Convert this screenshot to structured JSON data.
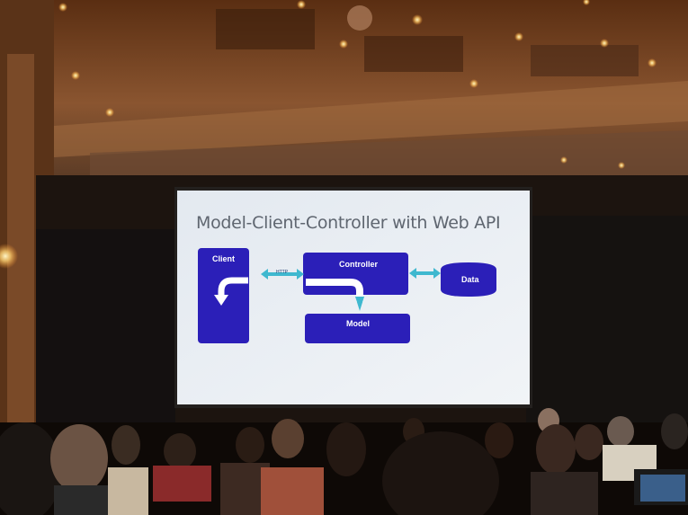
{
  "slide": {
    "title": "Model-Client-Controller with Web API",
    "boxes": {
      "client": "Client",
      "controller": "Controller",
      "model": "Model",
      "data": "Data"
    },
    "arrow_label": "HTTP"
  },
  "colors": {
    "box_fill": "#2b1fb8",
    "arrow": "#3fb8cf",
    "slide_bg": "#e9eef4",
    "title_text": "#5f6670"
  }
}
